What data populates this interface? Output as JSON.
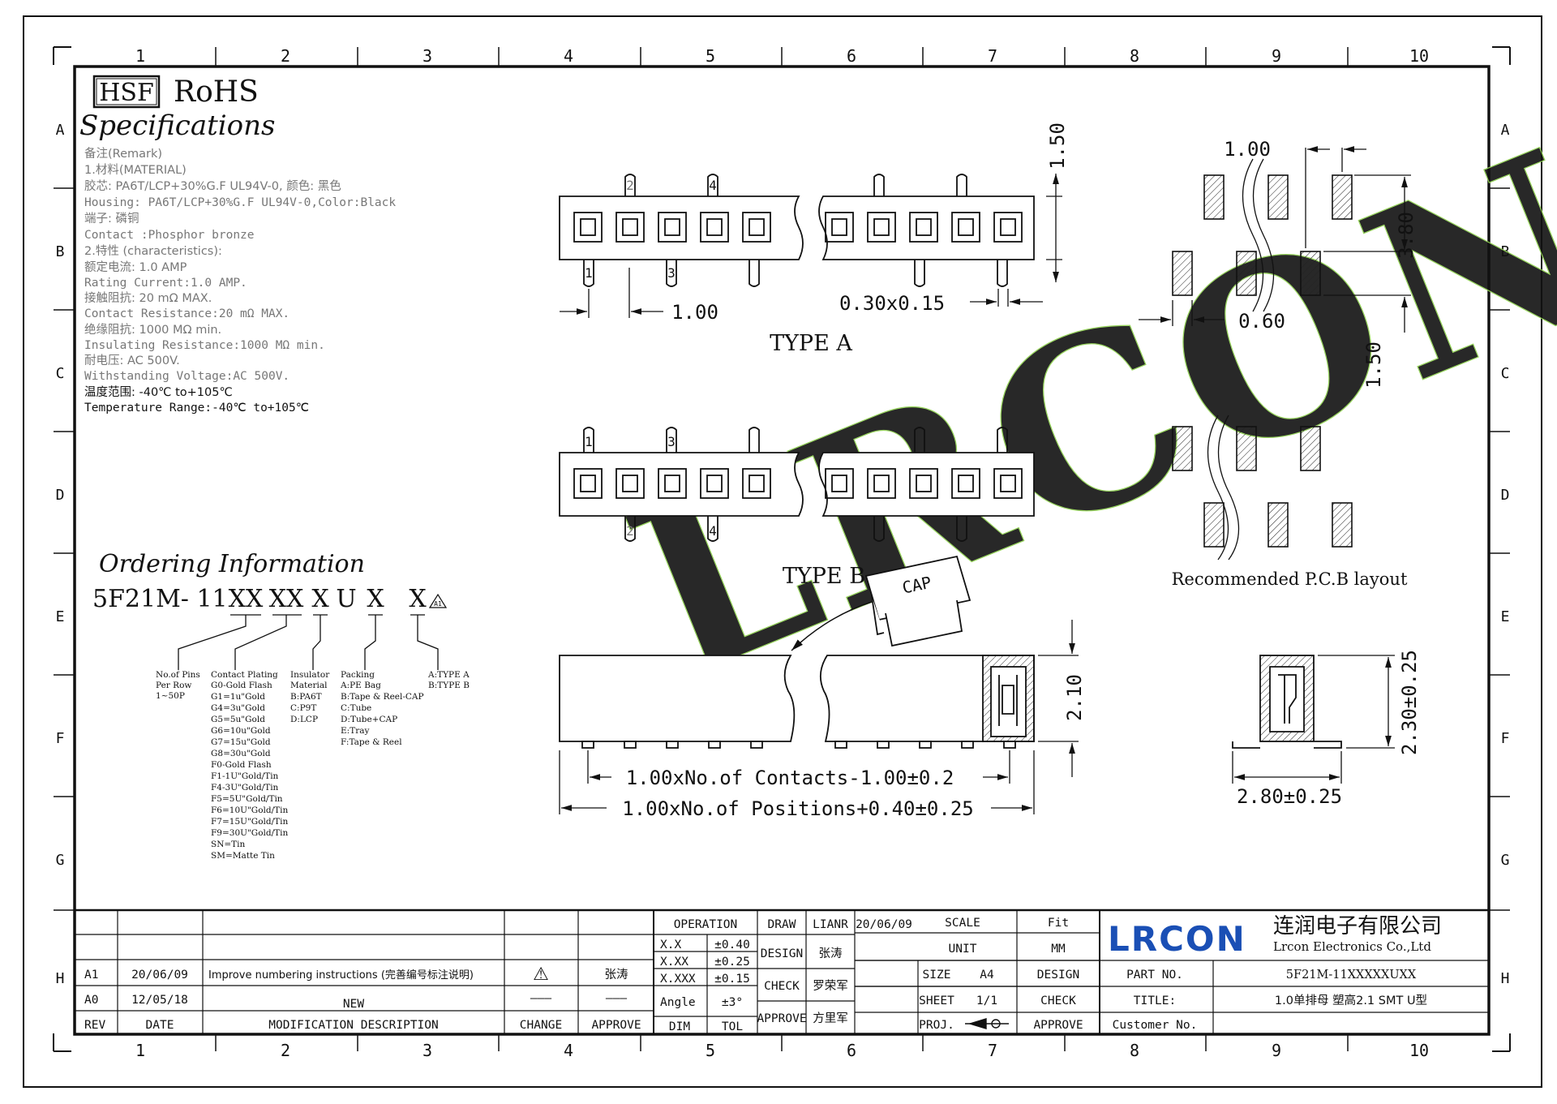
{
  "frame": {
    "columns": [
      "1",
      "2",
      "3",
      "4",
      "5",
      "6",
      "7",
      "8",
      "9",
      "10"
    ],
    "rows": [
      "A",
      "B",
      "C",
      "D",
      "E",
      "F",
      "G",
      "H"
    ]
  },
  "header": {
    "hsf": "HSF",
    "rohs": "RoHS",
    "title": "Specifications"
  },
  "specs": [
    "备注(Remark)",
    "1.材料(MATERIAL)",
    "胶芯: PA6T/LCP+30%G.F UL94V-0, 颜色: 黑色",
    "Housing: PA6T/LCP+30%G.F UL94V-0,Color:Black",
    "端子: 磷铜",
    "Contact :Phosphor bronze",
    "2.特性 (characteristics):",
    "额定电流: 1.0 AMP",
    "Rating Current:1.0 AMP.",
    "接触阻抗: 20 mΩ MAX.",
    "Contact Resistance:20 mΩ MAX.",
    "绝缘阻抗: 1000 MΩ min.",
    "Insulating Resistance:1000 MΩ min.",
    "耐电压: AC 500V.",
    "Withstanding Voltage:AC 500V.",
    "温度范围: -40℃ to+105℃",
    "Temperature Range:-40℃ to+105℃"
  ],
  "ordering": {
    "title": "Ordering Information",
    "code_prefix": "5F21M- 11",
    "code_parts": [
      "XX",
      "XX",
      "X",
      "U",
      "X",
      "X"
    ],
    "pins": [
      "No.of Pins",
      "Per Row",
      "1~50P"
    ],
    "plating": [
      "Contact Plating",
      "G0-Gold Flash",
      "G1=1u\"Gold",
      "G4=3u\"Gold",
      "G5=5u\"Gold",
      "G6=10u\"Gold",
      "G7=15u\"Gold",
      "G8=30u\"Gold",
      "F0-Gold Flash",
      "F1-1U\"Gold/Tin",
      "F4-3U\"Gold/Tin",
      "F5=5U\"Gold/Tin",
      "F6=10U\"Gold/Tin",
      "F7=15U\"Gold/Tin",
      "F9=30U\"Gold/Tin",
      "SN=Tin",
      "SM=Matte Tin"
    ],
    "insulator": [
      "Insulator",
      "Material",
      "B:PA6T",
      "C:P9T",
      "D:LCP"
    ],
    "packing": [
      "Packing",
      "A:PE Bag",
      "B:Tape & Reel-CAP",
      "C:Tube",
      "D:Tube+CAP",
      "E:Tray",
      "F:Tape & Reel"
    ],
    "type": [
      "A:TYPE A",
      "B:TYPE B"
    ]
  },
  "drawing": {
    "type_a": "TYPE A",
    "type_b": "TYPE B",
    "cap": "CAP",
    "pcb_label": "Recommended P.C.B layout",
    "pin_labels": [
      "1",
      "2",
      "3",
      "4"
    ],
    "dims": {
      "pitch": "1.00",
      "height_150": "1.50",
      "terminal": "0.30x0.15",
      "pcb_pitch": "1.00",
      "pcb_380": "3.80",
      "pcb_060": "0.60",
      "pcb_150": "1.50",
      "side_210": "2.10",
      "contacts": "1.00xNo.of Contacts-1.00±0.2",
      "positions": "1.00xNo.of Positions+0.40±0.25",
      "end_230": "2.30±0.25",
      "end_280": "2.80±0.25"
    }
  },
  "watermark": "LRCON",
  "title_block": {
    "revisions": [
      {
        "rev": "A1",
        "date": "20/06/09",
        "desc": "Improve numbering instructions (完善编号标注说明)",
        "change": "⚠",
        "approve": "张涛"
      },
      {
        "rev": "A0",
        "date": "12/05/18",
        "desc": "NEW",
        "change": "———",
        "approve": "———"
      }
    ],
    "rev_headers": {
      "rev": "REV",
      "date": "DATE",
      "desc": "MODIFICATION DESCRIPTION",
      "change": "CHANGE",
      "approve": "APPROVE"
    },
    "tolerance": {
      "operation": "OPERATION",
      "rows": [
        [
          "X.X",
          "±0.40"
        ],
        [
          "X.XX",
          "±0.25"
        ],
        [
          "X.XXX",
          "±0.15"
        ],
        [
          "Angle",
          "±3°"
        ]
      ],
      "dim": "DIM",
      "tol": "TOL"
    },
    "signoff": {
      "draw": "DRAW",
      "draw_name": "LIANR",
      "draw_date": "20/06/09",
      "design": "DESIGN",
      "design_name": "张涛",
      "check": "CHECK",
      "check_name": "罗荣军",
      "approve": "APPROVE",
      "approve_name": "方里军"
    },
    "info": {
      "scale": "SCALE",
      "scale_val": "Fit",
      "unit": "UNIT",
      "unit_val": "MM",
      "size": "SIZE",
      "size_val": "A4",
      "design": "DESIGN",
      "sheet": "SHEET",
      "sheet_val": "1/1",
      "check": "CHECK",
      "proj": "PROJ.",
      "approve": "APPROVE"
    },
    "company": {
      "logo": "LRCON",
      "name_cn": "连润电子有限公司",
      "name_en": "Lrcon Electronics Co.,Ltd"
    },
    "part": {
      "part_no_label": "PART NO.",
      "part_no": "5F21M-11XXXXXUXX",
      "title_label": "TITLE:",
      "title": "1.0单排母 塑高2.1 SMT U型",
      "customer_label": "Customer No."
    },
    "colors": {
      "logo": "#1a4fb5",
      "watermark": "#7fcc3a"
    }
  }
}
